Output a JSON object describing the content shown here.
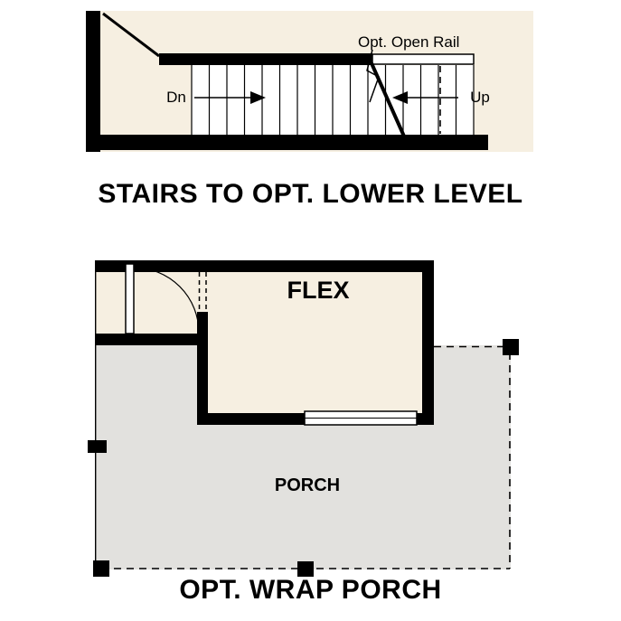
{
  "colors": {
    "floor_cream": "#f6efe1",
    "porch_gray": "#e2e1de",
    "wall_black": "#000000",
    "background": "#ffffff"
  },
  "stairs_diagram": {
    "title": "STAIRS TO OPT. LOWER LEVEL",
    "labels": {
      "down": "Dn",
      "up": "Up",
      "open_rail": "Opt. Open Rail"
    }
  },
  "porch_diagram": {
    "title": "OPT. WRAP PORCH",
    "labels": {
      "flex_room": "FLEX",
      "porch": "PORCH"
    }
  }
}
